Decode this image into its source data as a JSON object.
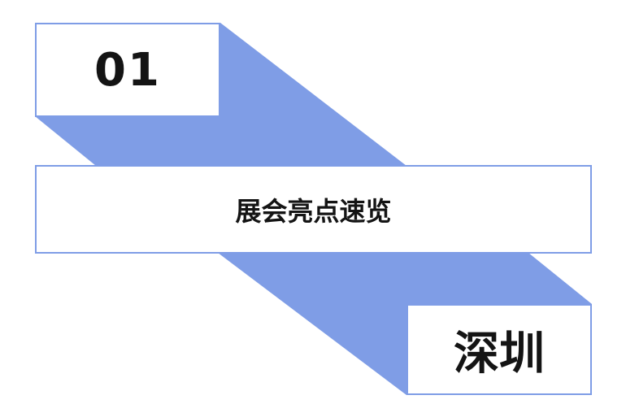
{
  "number": "01",
  "title": "展会亮点速览",
  "city": "深圳",
  "colors": {
    "accent": "#7f9de6",
    "text": "#141414"
  }
}
